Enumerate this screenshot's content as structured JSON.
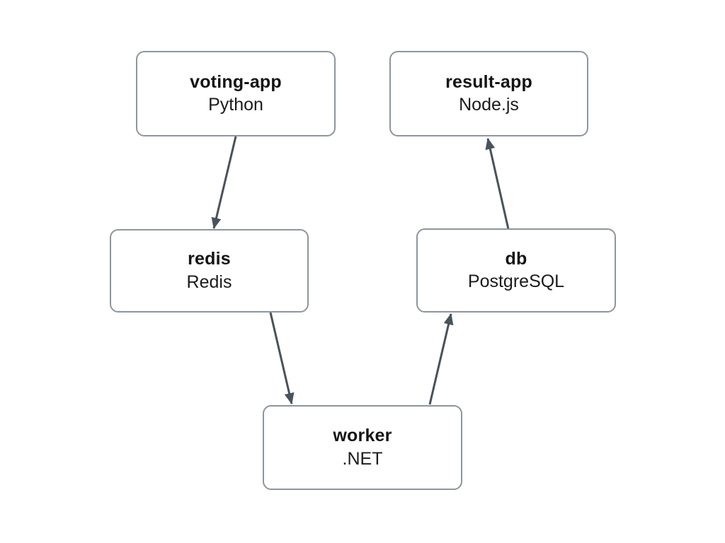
{
  "diagram": {
    "title": "voting application architecture",
    "background_color": "#ffffff",
    "node_fill_color": "#ffffff",
    "node_border_color": "#8e959d",
    "arrow_color": "#4a525b",
    "text_color": "#141414"
  },
  "nodes": {
    "voting_app": {
      "label": "voting-app",
      "sublabel": "Python"
    },
    "result_app": {
      "label": "result-app",
      "sublabel": "Node.js"
    },
    "redis": {
      "label": "redis",
      "sublabel": "Redis"
    },
    "db": {
      "label": "db",
      "sublabel": "PostgreSQL"
    },
    "worker": {
      "label": "worker",
      "sublabel": ".NET"
    }
  },
  "edges": [
    {
      "from": "voting-app",
      "to": "redis"
    },
    {
      "from": "redis",
      "to": "worker"
    },
    {
      "from": "worker",
      "to": "db"
    },
    {
      "from": "db",
      "to": "result-app"
    }
  ]
}
